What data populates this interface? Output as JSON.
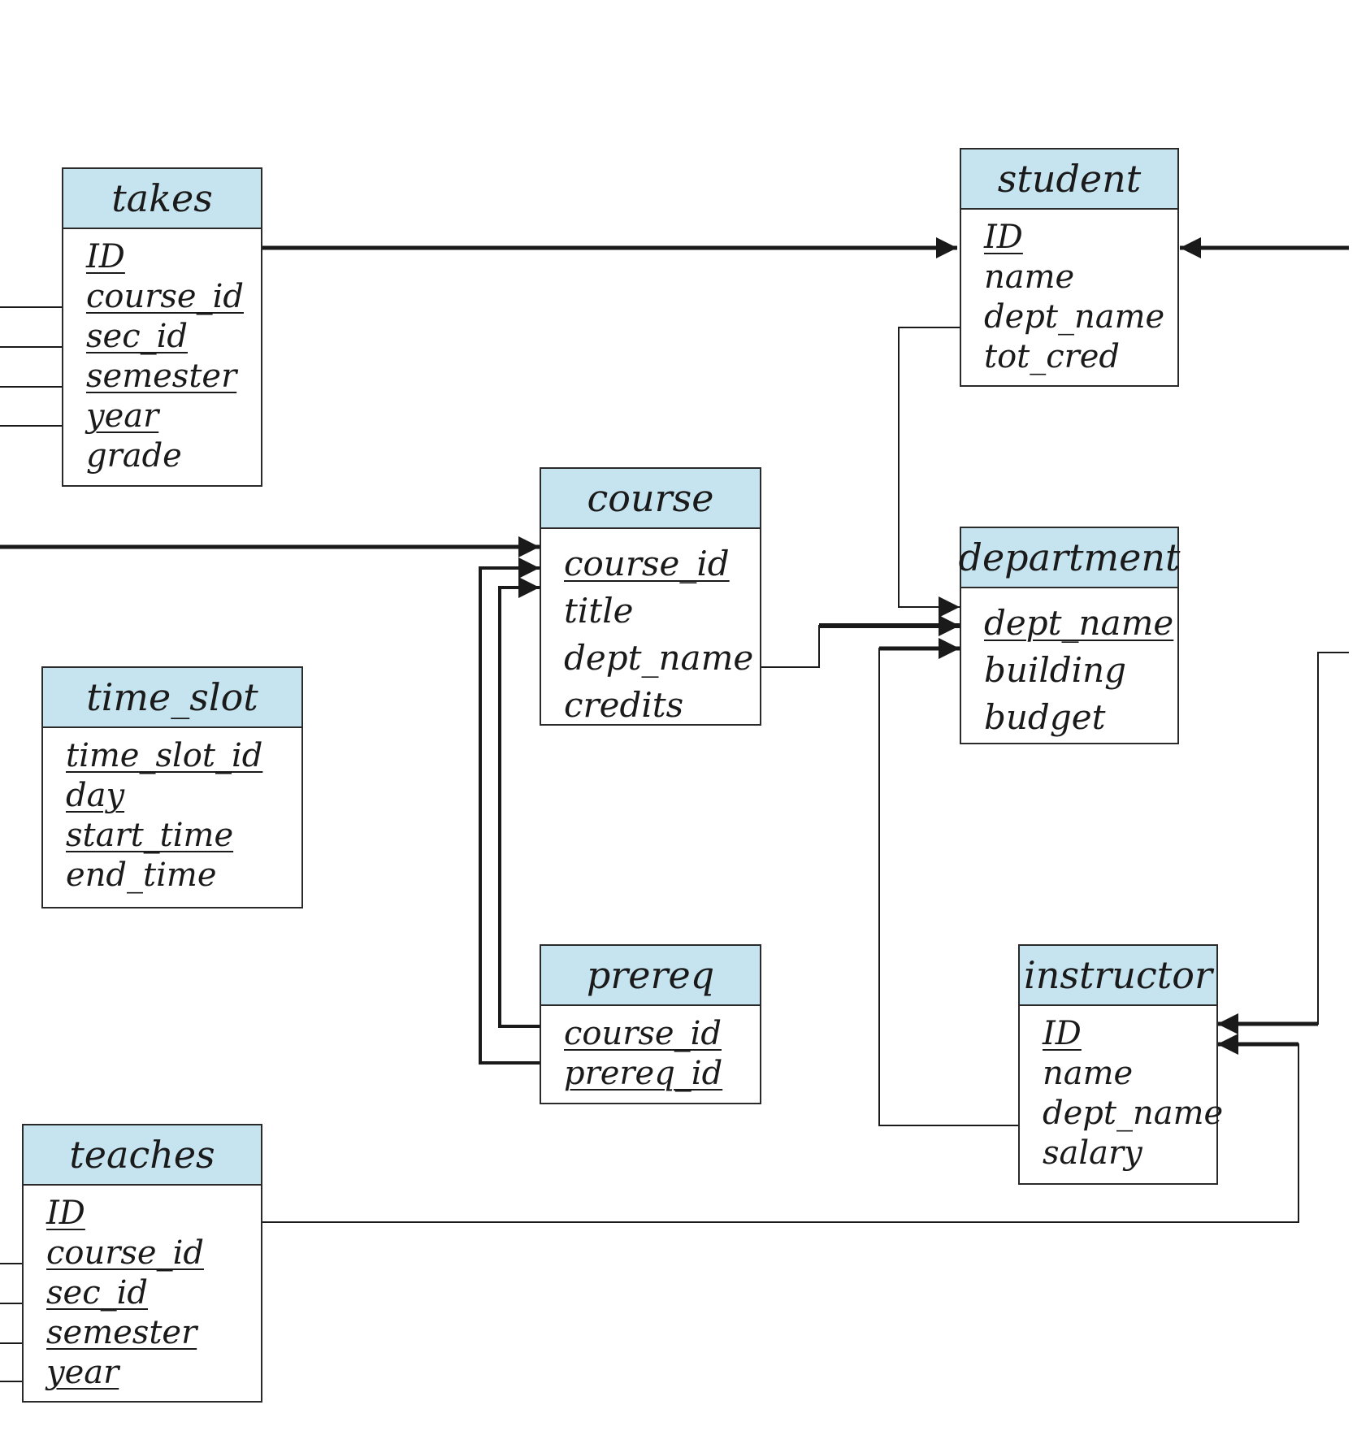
{
  "diagram": {
    "colors": {
      "header_fill": "#c6e4ef",
      "line": "#1a1a1a"
    },
    "tables": {
      "takes": {
        "name": "takes",
        "attributes": [
          {
            "text": "ID",
            "pk": true
          },
          {
            "text": "course_id",
            "pk": true
          },
          {
            "text": "sec_id",
            "pk": true
          },
          {
            "text": "semester",
            "pk": true
          },
          {
            "text": "year",
            "pk": true
          },
          {
            "text": "grade",
            "pk": false
          }
        ]
      },
      "student": {
        "name": "student",
        "attributes": [
          {
            "text": "ID",
            "pk": true
          },
          {
            "text": "name",
            "pk": false
          },
          {
            "text": "dept_name",
            "pk": false
          },
          {
            "text": "tot_cred",
            "pk": false
          }
        ]
      },
      "course": {
        "name": "course",
        "attributes": [
          {
            "text": "course_id",
            "pk": true
          },
          {
            "text": "title",
            "pk": false
          },
          {
            "text": "dept_name",
            "pk": false
          },
          {
            "text": "credits",
            "pk": false
          }
        ]
      },
      "department": {
        "name": "department",
        "attributes": [
          {
            "text": "dept_name",
            "pk": true
          },
          {
            "text": "building",
            "pk": false
          },
          {
            "text": "budget",
            "pk": false
          }
        ]
      },
      "time_slot": {
        "name": "time_slot",
        "attributes": [
          {
            "text": "time_slot_id",
            "pk": true
          },
          {
            "text": "day",
            "pk": true
          },
          {
            "text": "start_time",
            "pk": true
          },
          {
            "text": "end_time",
            "pk": false
          }
        ]
      },
      "prereq": {
        "name": "prereq",
        "attributes": [
          {
            "text": "course_id",
            "pk": true
          },
          {
            "text": "prereq_id",
            "pk": true
          }
        ]
      },
      "instructor": {
        "name": "instructor",
        "attributes": [
          {
            "text": "ID",
            "pk": true
          },
          {
            "text": "name",
            "pk": false
          },
          {
            "text": "dept_name",
            "pk": false
          },
          {
            "text": "salary",
            "pk": false
          }
        ]
      },
      "teaches": {
        "name": "teaches",
        "attributes": [
          {
            "text": "ID",
            "pk": true
          },
          {
            "text": "course_id",
            "pk": true
          },
          {
            "text": "sec_id",
            "pk": true
          },
          {
            "text": "semester",
            "pk": true
          },
          {
            "text": "year",
            "pk": true
          }
        ]
      }
    },
    "relationships": [
      {
        "from": "takes.ID",
        "to": "student.ID"
      },
      {
        "from": "student.dept_name",
        "to": "department.dept_name"
      },
      {
        "from": "course.dept_name",
        "to": "department.dept_name"
      },
      {
        "from": "instructor.dept_name",
        "to": "department.dept_name"
      },
      {
        "from": "prereq.course_id",
        "to": "course.course_id"
      },
      {
        "from": "prereq.prereq_id",
        "to": "course.course_id"
      },
      {
        "from": "teaches.ID",
        "to": "instructor.ID"
      }
    ]
  }
}
